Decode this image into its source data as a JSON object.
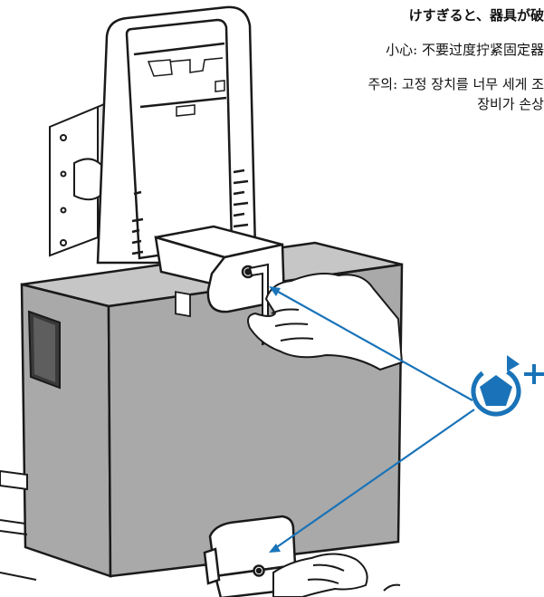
{
  "captions": {
    "japanese": "けすぎると、器具が破",
    "chinese": "小心: 不要过度拧紧固定器",
    "korean_line1": "주의: 고정 장치를 너무 세게 조",
    "korean_line2": "장비가 손상"
  },
  "colors": {
    "accent": "#1a73b8",
    "box_face": "#a9a9a9",
    "box_side": "#c6c6c6",
    "outline": "#1a1a1a"
  },
  "icons": {
    "tool_icon": "tighten-pentagon-plus-icon"
  }
}
